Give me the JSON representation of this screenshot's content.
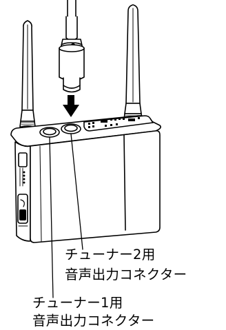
{
  "labels": {
    "tuner2": {
      "line1": "チューナー2用",
      "line2": "音声出力コネクター"
    },
    "tuner1": {
      "line1": "チューナー1用",
      "line2": "音声出力コネクター"
    }
  },
  "colors": {
    "line": "#000000",
    "fill": "#ffffff",
    "shade": "#d0d0d0"
  }
}
